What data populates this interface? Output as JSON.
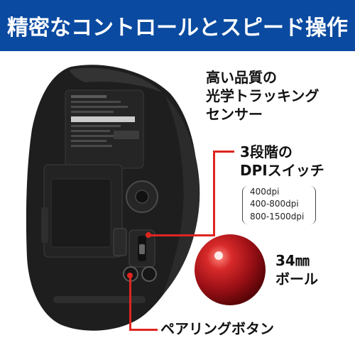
{
  "banner": {
    "title": "精密なコントロールとスピード操作"
  },
  "callouts": {
    "sensor": [
      "高い品質の",
      "光学トラッキング",
      "センサー"
    ],
    "dpi_title": [
      "3段階の",
      "DPIスイッチ"
    ],
    "dpi_options": [
      "400dpi",
      "400-800dpi",
      "800-1500dpi"
    ],
    "ball": [
      "34㎜",
      "ボール"
    ],
    "pairing": "ペアリングボタン"
  },
  "colors": {
    "banner": "#0a4aa0",
    "accent": "#e0251f",
    "ball": "#b0141a"
  },
  "icons": [
    "mouse-bottom-view",
    "trackball"
  ]
}
